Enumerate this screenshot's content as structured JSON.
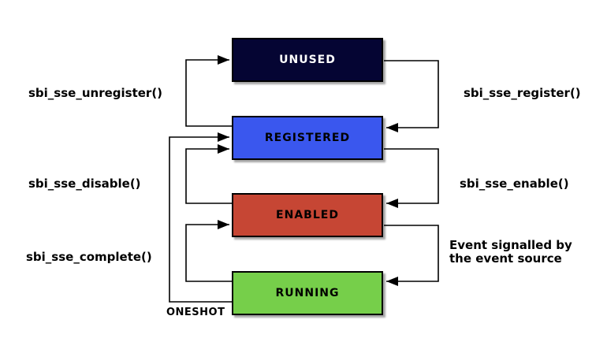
{
  "diagram": {
    "background": "#ffffff",
    "arrow_color": "#000000",
    "states": [
      {
        "name": "UNUSED",
        "fill": "#050533",
        "text_color": "#ffffff"
      },
      {
        "name": "REGISTERED",
        "fill": "#3a57ee",
        "text_color": "#000000"
      },
      {
        "name": "ENABLED",
        "fill": "#c64634",
        "text_color": "#000000"
      },
      {
        "name": "RUNNING",
        "fill": "#76cf4a",
        "text_color": "#000000"
      }
    ],
    "transitions": [
      {
        "from": "REGISTERED",
        "to": "UNUSED",
        "side": "left",
        "label": "sbi_sse_unregister()"
      },
      {
        "from": "UNUSED",
        "to": "REGISTERED",
        "side": "right",
        "label": "sbi_sse_register()"
      },
      {
        "from": "ENABLED",
        "to": "REGISTERED",
        "side": "left",
        "label": "sbi_sse_disable()"
      },
      {
        "from": "REGISTERED",
        "to": "ENABLED",
        "side": "right",
        "label": "sbi_sse_enable()"
      },
      {
        "from": "RUNNING",
        "to": "ENABLED",
        "side": "left",
        "label": "sbi_sse_complete()"
      },
      {
        "from": "ENABLED",
        "to": "RUNNING",
        "side": "right",
        "label": "Event signalled by the event source",
        "label_lines": [
          "Event signalled by",
          "the event source"
        ]
      },
      {
        "from": "RUNNING",
        "to": "REGISTERED",
        "side": "left",
        "label": "ONESHOT"
      }
    ]
  }
}
